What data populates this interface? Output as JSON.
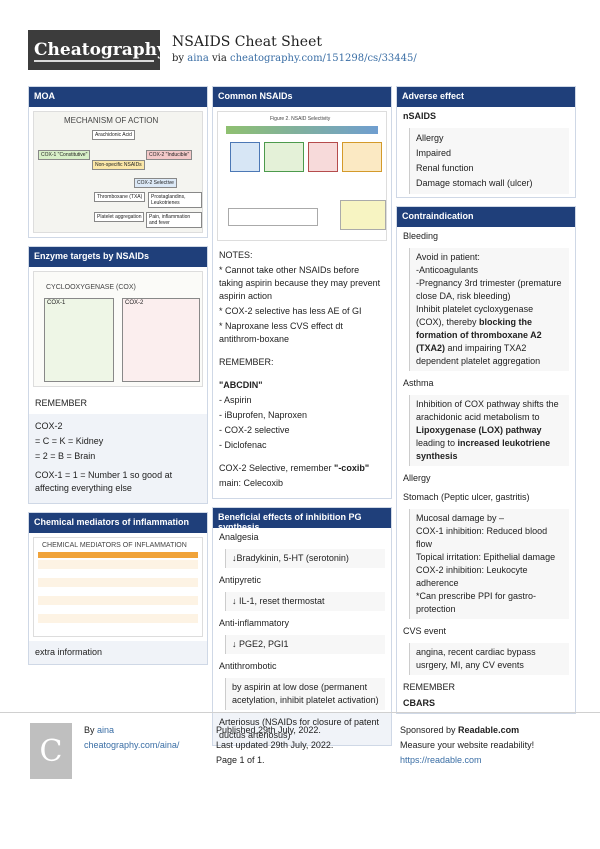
{
  "header": {
    "logo": "Cheatography",
    "title": "NSAIDS Cheat Sheet",
    "by": "by",
    "author": "aina",
    "via": "via",
    "url": "cheatography.com/151298/cs/33445/"
  },
  "sections": {
    "moa": {
      "title": "MOA",
      "image_title": "MECHANISM OF ACTION",
      "labels": [
        "Arachidonic Acid",
        "COX-1 \"Constitutive\"",
        "COX-2 \"Inducible\"",
        "Non-specific NSAIDs",
        "COX-2 Selective",
        "Thromboxane (TXA)",
        "Prostaglandins, Leukotrienes",
        "Platelet aggregation",
        "Pain, inflammation and fever"
      ]
    },
    "enzyme": {
      "title": "Enzyme targets by NSAIDs",
      "image_title": "CYCLOOXYGENASE (COX)",
      "image_labels": [
        "COX-1",
        "COX-2"
      ],
      "remember": "REMEMBER",
      "lines": [
        "COX-2",
        "= C = K = Kidney",
        "= 2 = B = Brain",
        "COX-1 = 1 = Number 1 so good at affecting everything else"
      ]
    },
    "mediators": {
      "title": "Chemical mediators of inflammation",
      "image_title": "CHEMICAL MEDIATORS OF INFLAMMATION",
      "extra": "extra information"
    },
    "common": {
      "title": "Common NSAIDs",
      "image_title": "Figure 2. NSAID Selectivity",
      "notes": "NOTES:",
      "note_lines": [
        "* Cannot take other NSAIDs before taking aspirin because they may prevent aspirin action",
        "* COX-2 selective has less AE of GI",
        "* Naproxane less CVS effect dt antithrom-boxane"
      ],
      "remember": "REMEMBER:",
      "abcdin": "\"ABCDIN\"",
      "list": [
        "- Aspirin",
        "- iBuprofen, Naproxen",
        "- COX-2 selective",
        "- Diclofenac"
      ],
      "coxib_pre": "COX-2 Selective, remember ",
      "coxib_bold": "\"-coxib\"",
      "coxib_main": "main: Celecoxib"
    },
    "beneficial": {
      "title": "Beneficial effects of inhibition PG synthesis",
      "items": [
        {
          "label": "Analgesia",
          "value": "↓Bradykinin, 5-HT (serotonin)"
        },
        {
          "label": "Antipyretic",
          "value": "↓ IL-1, reset thermostat"
        },
        {
          "label": "Anti-inflammatory",
          "value": "↓ PGE2, PGI1"
        },
        {
          "label": "Antithrombotic",
          "value": "by aspirin at low dose (permanent acetylation, inhibit platelet activation)"
        }
      ],
      "last": "Arteriosus (NSAIDs for closure of patent ductus arteriosus)"
    },
    "adverse": {
      "title": "Adverse effect",
      "heading": "nSAIDS",
      "items": [
        "Allergy",
        "Impaired",
        "Renal function",
        "Damage stomach wall (ulcer)"
      ]
    },
    "contra": {
      "title": "Contraindication",
      "bleeding": "Bleeding",
      "bleeding_lines": [
        "Avoid in patient:",
        "-Anticoagulants",
        "-Pregnancy 3rd trimester (premature close DA, risk bleeding)"
      ],
      "bleeding_p1": "Inhibit platelet cycloxygenase (COX), thereby ",
      "bleeding_b1": "blocking the formation of thromboxane A2 (TXA2)",
      "bleeding_p2": " and impairing TXA2 dependent platelet aggregation",
      "asthma": "Asthma",
      "asthma_p1": "Inhibition of COX pathway shifts the arachidonic acid metabolism to ",
      "asthma_b1": "Lipoxygenase (LOX) pathway",
      "asthma_p2": " leading to ",
      "asthma_b2": "increased leukotriene synthesis",
      "allergy": "Allergy",
      "stomach": "Stomach (Peptic ulcer, gastritis)",
      "stomach_lines": [
        "Mucosal damage by –",
        "COX-1 inhibition: Reduced blood flow",
        "Topical irritation: Epithelial damage",
        "COX-2 inhibition: Leukocyte adherence",
        "*Can prescribe PPI for gastro-protection"
      ],
      "cvs": "CVS event",
      "cvs_line": "angina, recent cardiac bypass usrgery, MI, any CV events",
      "remember": "REMEMBER",
      "cbars": "CBARS"
    }
  },
  "footer": {
    "avatar_letter": "C",
    "by": "By ",
    "author": "aina",
    "author_url": "cheatography.com/aina/",
    "published": "Published 29th July, 2022.",
    "updated": "Last updated 29th July, 2022.",
    "page": "Page 1 of 1.",
    "sponsor_pre": "Sponsored by ",
    "sponsor": "Readable.com",
    "sponsor_line": "Measure your website readability!",
    "sponsor_url": "https://readable.com"
  }
}
